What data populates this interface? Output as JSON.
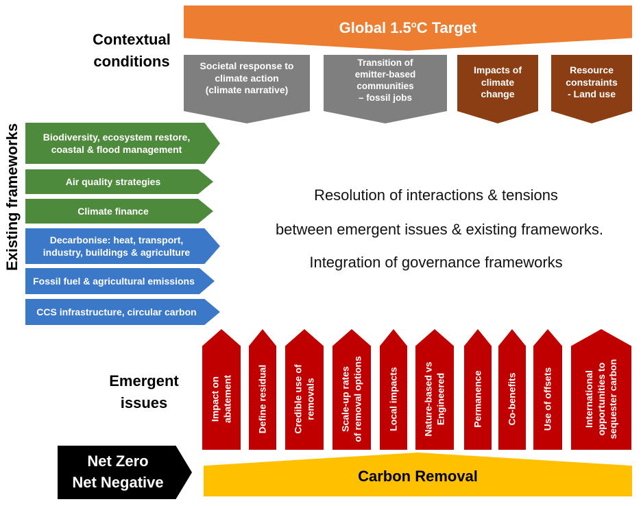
{
  "target": {
    "prefix": "Global 1.5",
    "sup": "o",
    "suffix": "C Target"
  },
  "contextual_heading": [
    "Contextual",
    "conditions"
  ],
  "contextual_items": [
    {
      "lines": [
        "Societal response to",
        "climate action",
        "(climate narrative)"
      ],
      "color": "#7F7F7F"
    },
    {
      "lines": [
        "Transition of",
        "emitter-based",
        "communities",
        "– fossil jobs"
      ],
      "color": "#7F7F7F"
    },
    {
      "lines": [
        "Impacts of",
        "climate",
        "change"
      ],
      "color": "#8B3E14"
    },
    {
      "lines": [
        "Resource",
        "constraints",
        "- Land use"
      ],
      "color": "#8B3E14"
    }
  ],
  "existing_heading": "Existing frameworks",
  "frameworks": [
    {
      "lines": [
        "Biodiversity, ecosystem restore,",
        "coastal & flood management"
      ],
      "color": "#4E8A3C"
    },
    {
      "lines": [
        "Air quality strategies"
      ],
      "color": "#4E8A3C"
    },
    {
      "lines": [
        "Climate finance"
      ],
      "color": "#4E8A3C"
    },
    {
      "lines": [
        "Decarbonise: heat, transport,",
        "industry, buildings & agriculture"
      ],
      "color": "#3B78C8"
    },
    {
      "lines": [
        "Fossil fuel & agricultural emissions"
      ],
      "color": "#3B78C8"
    },
    {
      "lines": [
        "CCS infrastructure, circular carbon"
      ],
      "color": "#3B78C8"
    }
  ],
  "center_text": [
    "Resolution of interactions & tensions",
    "between emergent issues & existing frameworks.",
    "Integration of governance frameworks"
  ],
  "emergent_heading": [
    "Emergent",
    "issues"
  ],
  "emergent_items": [
    {
      "lines": [
        "Impact on",
        "abatement"
      ]
    },
    {
      "lines": [
        "Define residual"
      ]
    },
    {
      "lines": [
        "Credible use of",
        "removals"
      ]
    },
    {
      "lines": [
        "Scale-up rates",
        "of removal options"
      ]
    },
    {
      "lines": [
        "Local impacts"
      ]
    },
    {
      "lines": [
        "Nature-based vs",
        "Engineered"
      ]
    },
    {
      "lines": [
        "Permanence"
      ]
    },
    {
      "lines": [
        "Co-benefits"
      ]
    },
    {
      "lines": [
        "Use of offsets"
      ]
    },
    {
      "lines": [
        "International",
        "opportunities to",
        "sequester carbon"
      ]
    }
  ],
  "net_zero": [
    "Net Zero",
    "Net Negative"
  ],
  "carbon_removal": "Carbon Removal",
  "colors": {
    "orange": "#ED7D31",
    "grey": "#7F7F7F",
    "brown": "#8B3E14",
    "green": "#4E8A3C",
    "blue": "#3B78C8",
    "red": "#C00000",
    "yellow": "#FFC000"
  }
}
